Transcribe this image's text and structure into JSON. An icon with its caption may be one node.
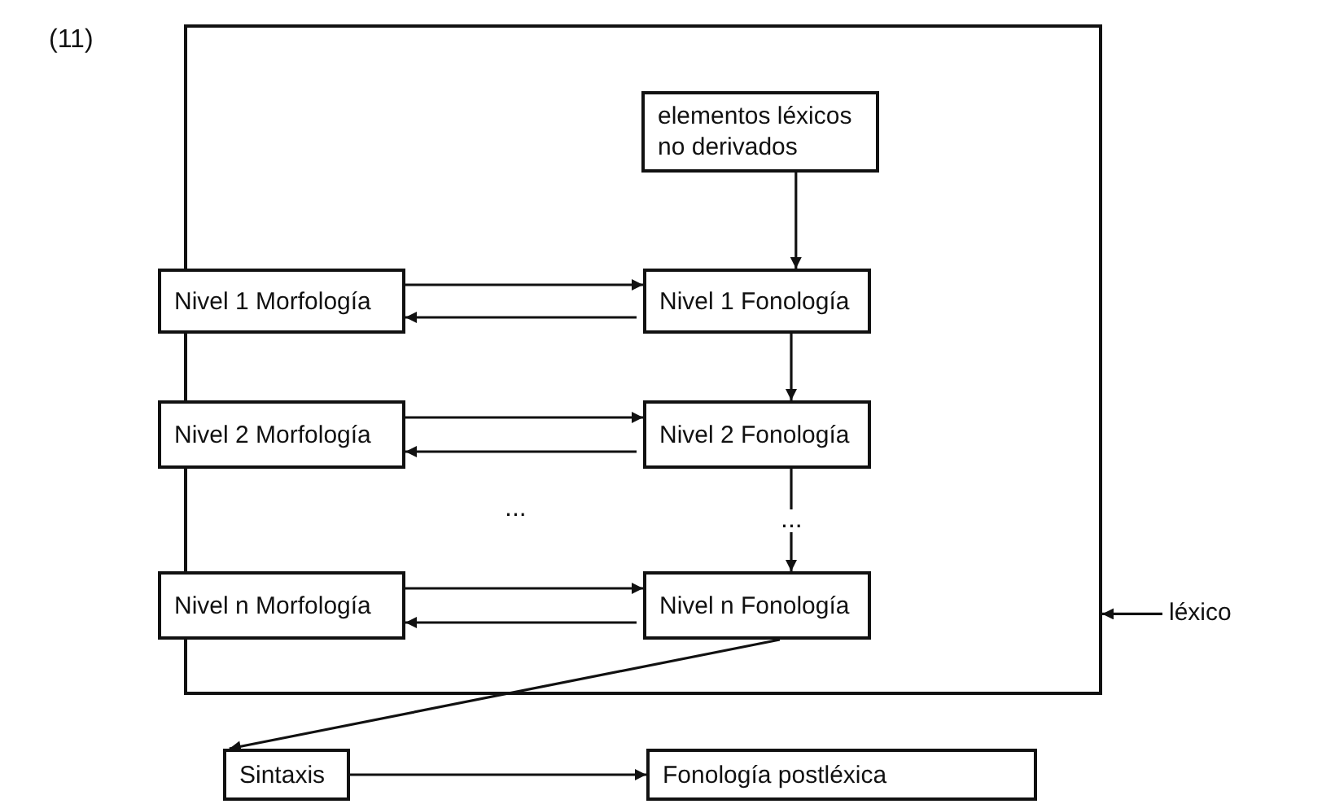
{
  "diagram": {
    "nodes": [
      {
        "text": [],
        "shape": "box"
      },
      {
        "text": [
          "elementos léxicos no derivados"
        ],
        "in": 0
      },
      {
        "text": [
          "Nivel 1 Morfología"
        ],
        "in": 0
      },
      {
        "text": [
          "Nivel 1 Fonología"
        ],
        "in": 0
      },
      {
        "text": [
          "Nivel 2 Morfología"
        ],
        "in": 0
      },
      {
        "text": [
          "Nivel 2 Fonología"
        ],
        "in": 0
      },
      {
        "text": [
          "Nivel n Morfología"
        ],
        "in": 0
      },
      {
        "text": [
          "Nivel n Fonología"
        ],
        "in": 0
      },
      {
        "text": [
          "léxico"
        ]
      },
      {
        "text": [
          "Sintaxis"
        ]
      },
      {
        "text": [
          "Fonología postléxica"
        ]
      }
    ],
    "edges": [
      {
        "from": 1,
        "to": 3,
        "arrow": "to"
      },
      {
        "from": 2,
        "to": 3,
        "arrow": "to"
      },
      {
        "from": 3,
        "to": 2,
        "arrow": "to"
      },
      {
        "from": 3,
        "to": 5,
        "arrow": "to"
      },
      {
        "from": 4,
        "to": 5,
        "arrow": "to"
      },
      {
        "from": 5,
        "to": 4,
        "arrow": "to"
      },
      {
        "from": 5,
        "to": 7,
        "arrow": "to",
        "label": "..."
      },
      {
        "from": 6,
        "to": 7,
        "arrow": "to"
      },
      {
        "from": 7,
        "to": 6,
        "arrow": "to"
      },
      {
        "from": 8,
        "to": 0,
        "arrow": "to"
      },
      {
        "from": 7,
        "to": 9,
        "arrow": "to"
      },
      {
        "from": 9,
        "to": 10,
        "arrow": "to"
      }
    ],
    "labels": [
      "(11)",
      "..."
    ]
  }
}
